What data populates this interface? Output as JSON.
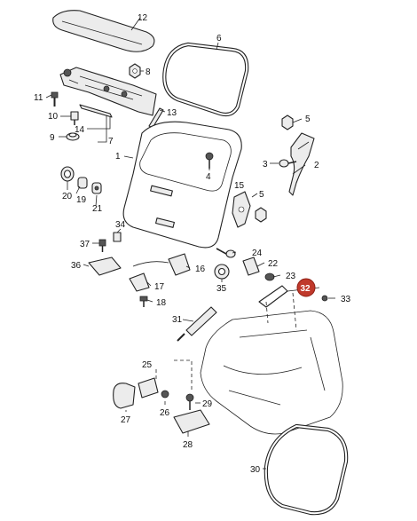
{
  "diagram": {
    "callouts": {
      "c1": "1",
      "c2": "2",
      "c3": "3",
      "c4": "4",
      "c5a": "5",
      "c5b": "5",
      "c6": "6",
      "c7": "7",
      "c8": "8",
      "c9": "9",
      "c10": "10",
      "c11": "11",
      "c12": "12",
      "c13": "13",
      "c14": "14",
      "c15": "15",
      "c16": "16",
      "c17": "17",
      "c18": "18",
      "c19": "19",
      "c20": "20",
      "c21": "21",
      "c22": "22",
      "c23": "23",
      "c24": "24",
      "c25": "25",
      "c26": "26",
      "c27": "27",
      "c28": "28",
      "c29": "29",
      "c30": "30",
      "c31": "31",
      "c32": "32",
      "c33": "33",
      "c34": "34",
      "c35": "35",
      "c36": "36",
      "c37": "37"
    },
    "highlighted_callout": "32",
    "highlight_color": "#c0392b"
  }
}
